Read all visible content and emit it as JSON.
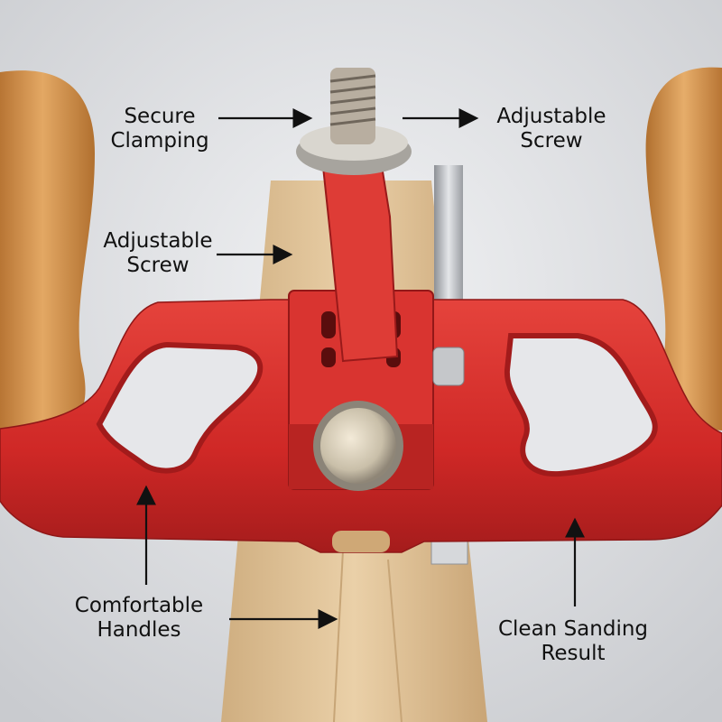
{
  "labels": {
    "secure_clamping": {
      "line1": "Secure",
      "line2": "Clamping"
    },
    "adjustable_screw_right": {
      "line1": "Adjustable",
      "line2": "Screw"
    },
    "adjustable_screw_left": {
      "line1": "Adjustable",
      "line2": "Screw"
    },
    "comfortable_handles": {
      "line1": "Comfortable",
      "line2": "Handles"
    },
    "clean_sanding": {
      "line1": "Clean Sanding",
      "line2": "Result"
    }
  },
  "colors": {
    "background": "#dcdde0",
    "aluminum_red": "#d42a28",
    "aluminum_red_dark": "#9e1a1a",
    "wood_handle": "#d79a58",
    "wood_board": "#e3c69c",
    "steel": "#b9bcc0",
    "arrow": "#111111"
  }
}
